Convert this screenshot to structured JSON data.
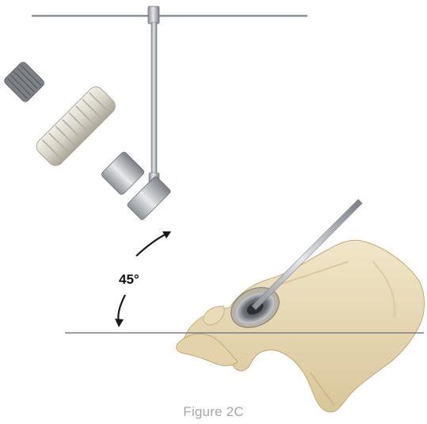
{
  "figure": {
    "angle_label": "45°",
    "caption": "Figure 2C"
  },
  "colors": {
    "bone": "#eadcb6",
    "bone_shadow": "#cdb88b",
    "metal": "#b9bcbf",
    "metal_dark": "#6f7377",
    "handle": "#dcd9cf",
    "line": "#8c8c8c"
  },
  "icons": [
    "t-bar-alignment-guide",
    "cup-impactor-handle",
    "pelvis-bone",
    "acetabular-cup",
    "angle-arc-arrow"
  ]
}
